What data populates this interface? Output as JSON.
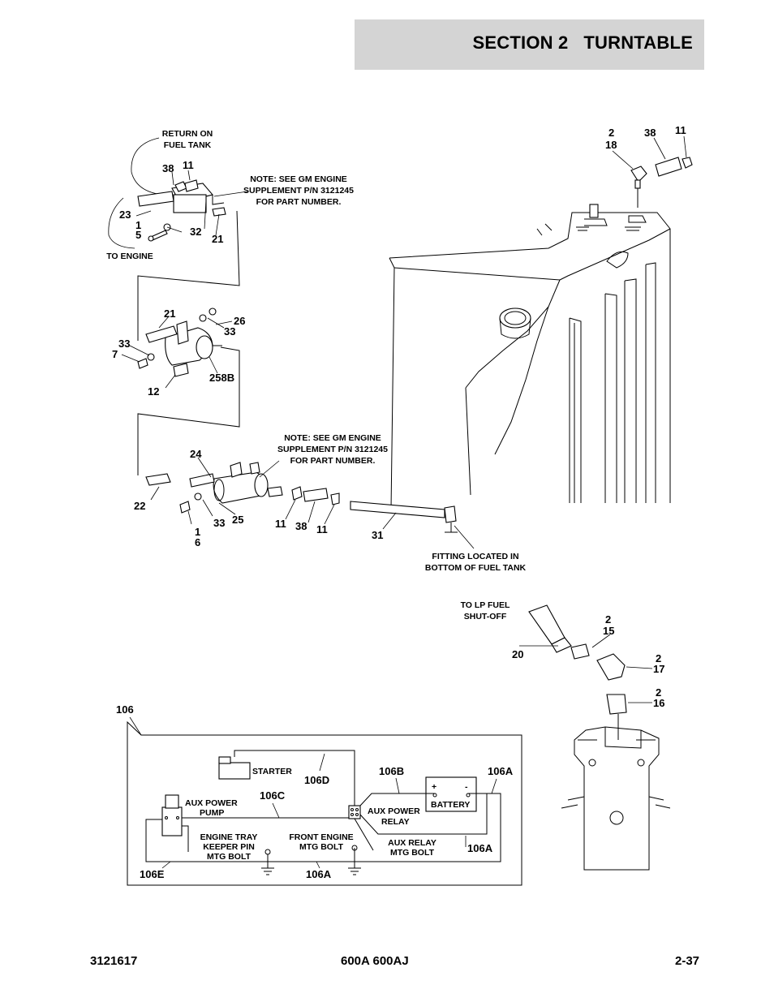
{
  "header": {
    "section_title": "SECTION 2   TURNTABLE"
  },
  "footer": {
    "doc_number": "3121617",
    "model": "600A 600AJ",
    "page": "2-37"
  },
  "notes": {
    "return_on_fuel_tank": [
      "RETURN ON",
      "FUEL TANK"
    ],
    "to_engine": "TO ENGINE",
    "gm_note_top": [
      "NOTE:  SEE GM ENGINE",
      "SUPPLEMENT P/N 3121245",
      "FOR PART NUMBER."
    ],
    "gm_note_mid": [
      "NOTE:  SEE GM ENGINE",
      "SUPPLEMENT P/N 3121245",
      "FOR PART NUMBER."
    ],
    "fitting_located": [
      "FITTING LOCATED IN",
      "BOTTOM OF FUEL TANK"
    ],
    "to_lp_fuel": [
      "TO LP FUEL",
      "SHUT-OFF"
    ]
  },
  "callouts": {
    "c38a": "38",
    "c11a": "11",
    "c23": "23",
    "c1a": "1",
    "c5": "5",
    "c32": "32",
    "c21a": "21",
    "c21b": "21",
    "c26": "26",
    "c33a": "33",
    "c33b": "33",
    "c7": "7",
    "c258b": "258B",
    "c12": "12",
    "c24": "24",
    "c22": "22",
    "c1b": "1",
    "c6": "6",
    "c33c": "33",
    "c25": "25",
    "c11b": "11",
    "c38b": "38",
    "c11c": "11",
    "c31": "31",
    "c2a": "2",
    "c18": "18",
    "c38c": "38",
    "c11d": "11",
    "c2b": "2",
    "c15": "15",
    "c20": "20",
    "c2c": "2",
    "c17": "17",
    "c2d": "2",
    "c16": "16",
    "c106": "106"
  },
  "wiring": {
    "starter": "STARTER",
    "aux_power_pump": [
      "AUX POWER",
      "PUMP"
    ],
    "aux_power_relay": [
      "AUX POWER",
      "RELAY"
    ],
    "battery": "BATTERY",
    "battery_plus": "+",
    "battery_minus": "-",
    "engine_tray": [
      "ENGINE TRAY",
      "KEEPER PIN",
      "MTG BOLT"
    ],
    "front_engine": [
      "FRONT ENGINE",
      "MTG BOLT"
    ],
    "aux_relay": [
      "AUX RELAY",
      "MTG BOLT"
    ],
    "w106a_top": "106A",
    "w106a_right": "106A",
    "w106a_bottom": "106A",
    "w106b": "106B",
    "w106c": "106C",
    "w106d": "106D",
    "w106e": "106E"
  }
}
